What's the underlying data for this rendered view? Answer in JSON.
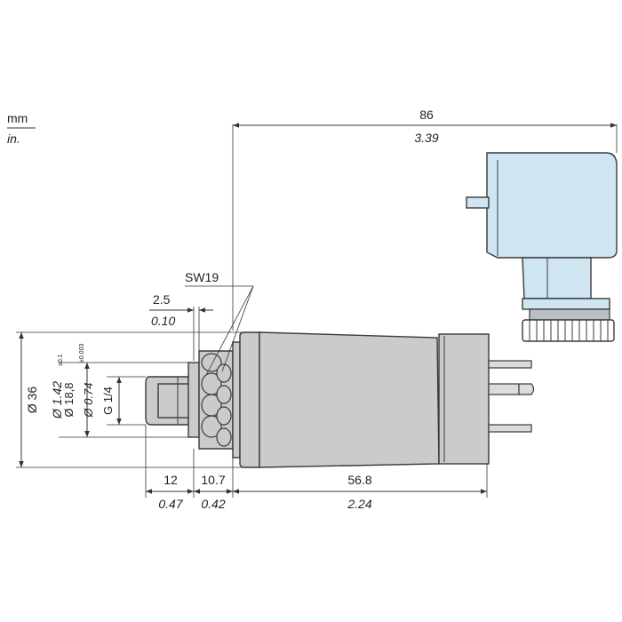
{
  "units": {
    "metric": "mm",
    "imperial": "in."
  },
  "labels": {
    "sw": "SW19",
    "thread": "G 1/4"
  },
  "dims": {
    "overall_mm": "86",
    "overall_in": "3.39",
    "gap_mm": "2.5",
    "gap_in": "0.10",
    "dia_mm": "Ø 36",
    "dia_in": "Ø 1.42",
    "stem_dia_mm": "Ø 18,8",
    "stem_dia_mm_tol": "±0.1",
    "stem_dia_in": "Ø 0.74",
    "stem_dia_in_tol": "±0.003",
    "stem_len_mm": "12",
    "stem_len_in": "0.47",
    "nut_len_mm": "10.7",
    "nut_len_in": "0.42",
    "body_len_mm": "56.8",
    "body_len_in": "2.24"
  }
}
